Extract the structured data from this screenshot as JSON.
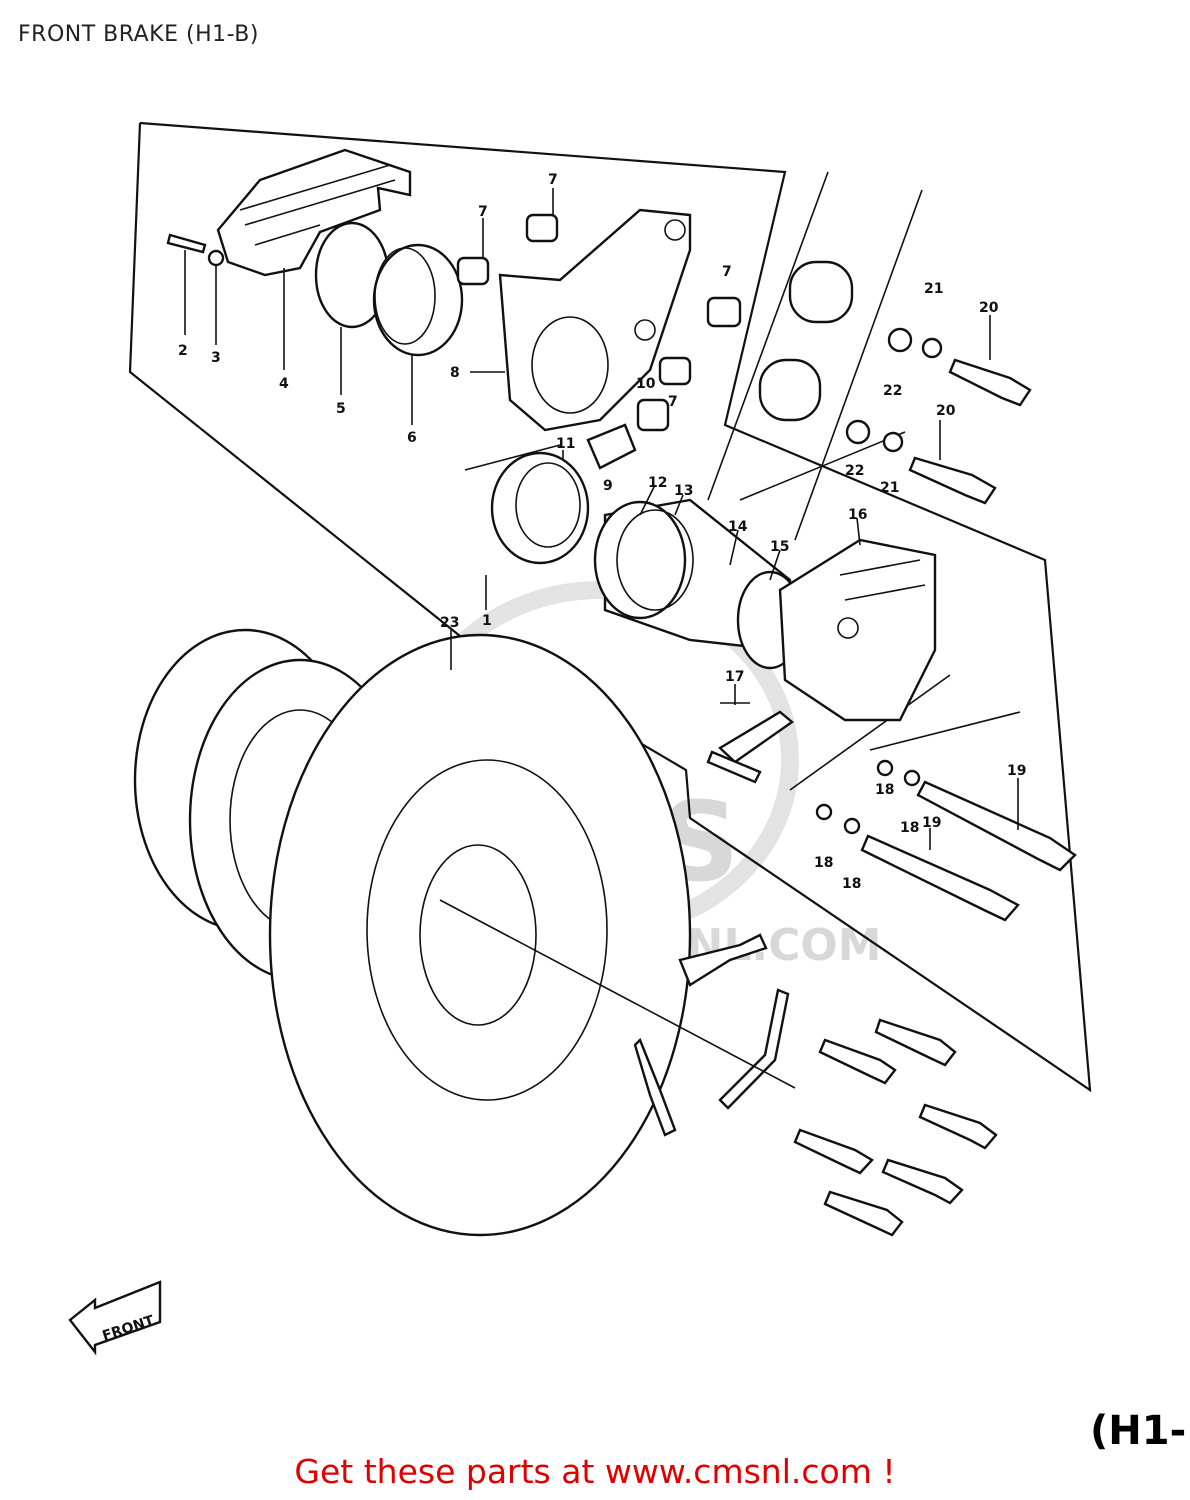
{
  "header": {
    "title": "FRONT BRAKE (H1-B)"
  },
  "diagram": {
    "callouts": [
      "1",
      "2",
      "3",
      "4",
      "5",
      "6",
      "7",
      "8",
      "9",
      "10",
      "11",
      "12",
      "13",
      "14",
      "15",
      "16",
      "17",
      "18",
      "19",
      "20",
      "21",
      "22",
      "23"
    ],
    "front_arrow_label": "FRONT",
    "corner_label": "(H1-",
    "watermark_logo": "CMS",
    "watermark_url": "WWW.CMSNL.COM"
  },
  "footer": {
    "text": "Get these parts at www.cmsnl.com !"
  },
  "colors": {
    "footer_text": "#e00000",
    "line_art": "#111111",
    "watermark": "#d8d8d8"
  }
}
